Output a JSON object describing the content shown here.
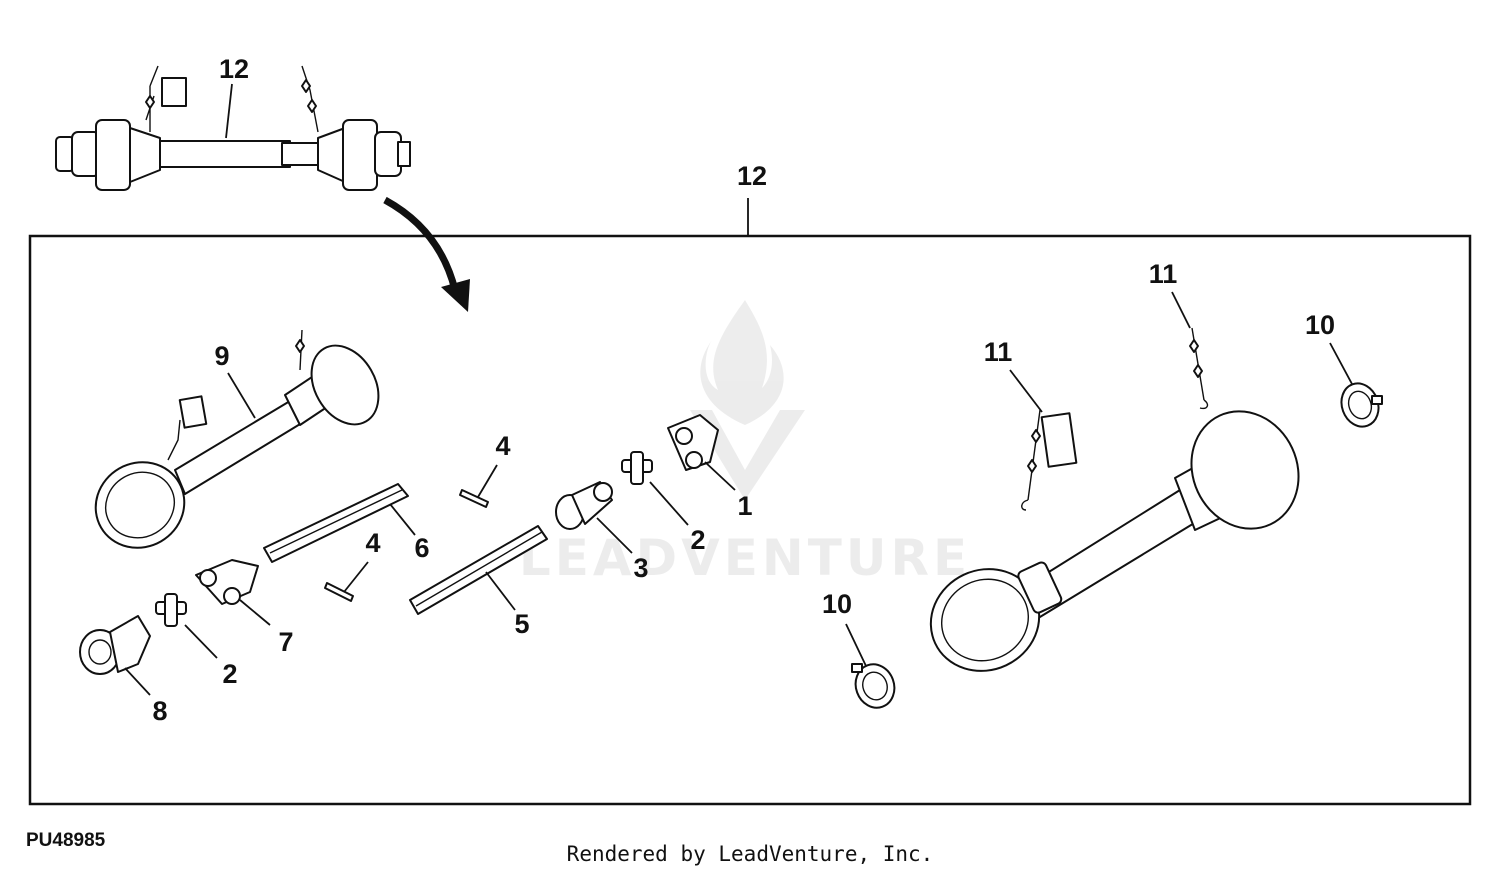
{
  "figure": {
    "code": "PU48985",
    "credit": "Rendered by LeadVenture, Inc."
  },
  "watermark": {
    "text": "LEADVENTURE",
    "icon": "flame-v-logo"
  },
  "callouts": {
    "top_assembly": "12",
    "frame": "12",
    "yoke_1": "1",
    "cross_2a": "2",
    "cross_2b": "2",
    "yoke_3": "3",
    "pin_4a": "4",
    "pin_4b": "4",
    "tube_5": "5",
    "tube_6": "6",
    "yoke_7": "7",
    "yoke_8": "8",
    "shield_9": "9",
    "bearing_10a": "10",
    "bearing_10b": "10",
    "chain_11a": "11",
    "chain_11b": "11"
  },
  "colors": {
    "line": "#111111",
    "watermark": "#000000"
  }
}
